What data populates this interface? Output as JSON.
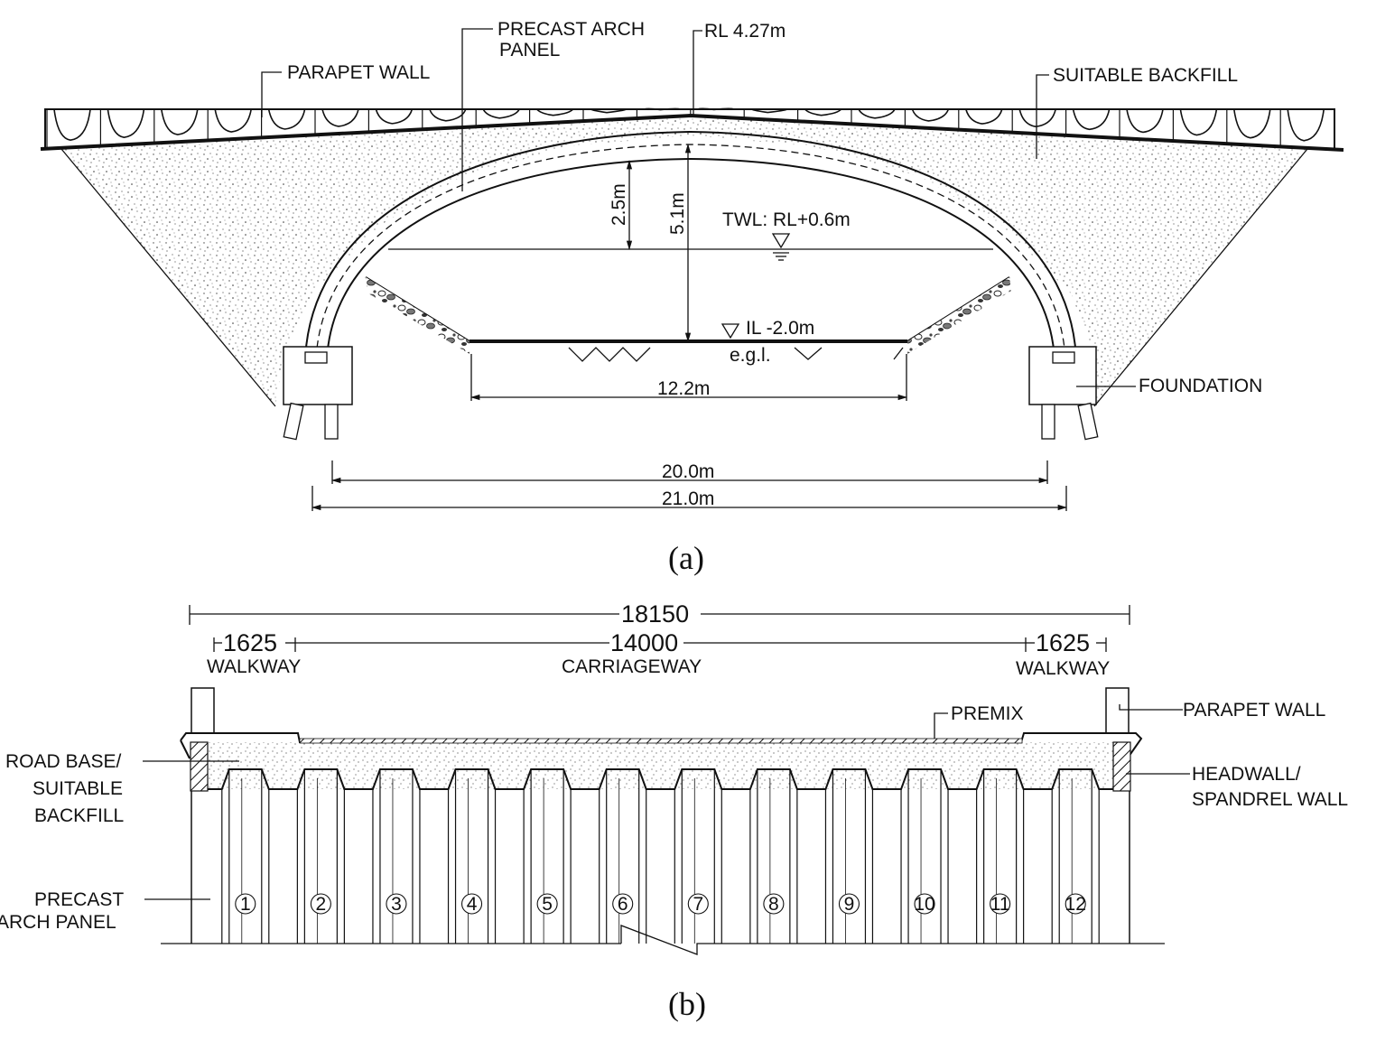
{
  "section_a": {
    "caption": "(a)",
    "labels": {
      "precast_arch_panel": [
        "PRECAST ARCH",
        "PANEL"
      ],
      "rl_top": "RL 4.27m",
      "parapet_wall": "PARAPET WALL",
      "suitable_backfill": "SUITABLE BACKFILL",
      "twl": "TWL: RL+0.6m",
      "il": "IL -2.0m",
      "egl": "e.g.l.",
      "foundation": "FOUNDATION"
    },
    "dimensions": {
      "rise_to_twl": "2.5m",
      "total_rise": "5.1m",
      "channel_width": "12.2m",
      "clear_span": "20.0m",
      "overall_span": "21.0m"
    }
  },
  "section_b": {
    "caption": "(b)",
    "dimensions": {
      "overall": "18150",
      "walkway_left": "1625",
      "carriageway": "14000",
      "walkway_right": "1625"
    },
    "labels": {
      "walkway_left": "WALKWAY",
      "carriageway": "CARRIAGEWAY",
      "walkway_right": "WALKWAY",
      "premix": "PREMIX",
      "parapet_wall": "PARAPET WALL",
      "road_base": [
        "ROAD BASE/",
        "SUITABLE",
        "BACKFILL"
      ],
      "headwall": [
        "HEADWALL/",
        "SPANDREL WALL"
      ],
      "precast_arch_panel": [
        "PRECAST",
        "ARCH PANEL"
      ]
    },
    "panel_numbers": [
      "1",
      "2",
      "3",
      "4",
      "5",
      "6",
      "7",
      "8",
      "9",
      "10",
      "11",
      "12"
    ]
  }
}
